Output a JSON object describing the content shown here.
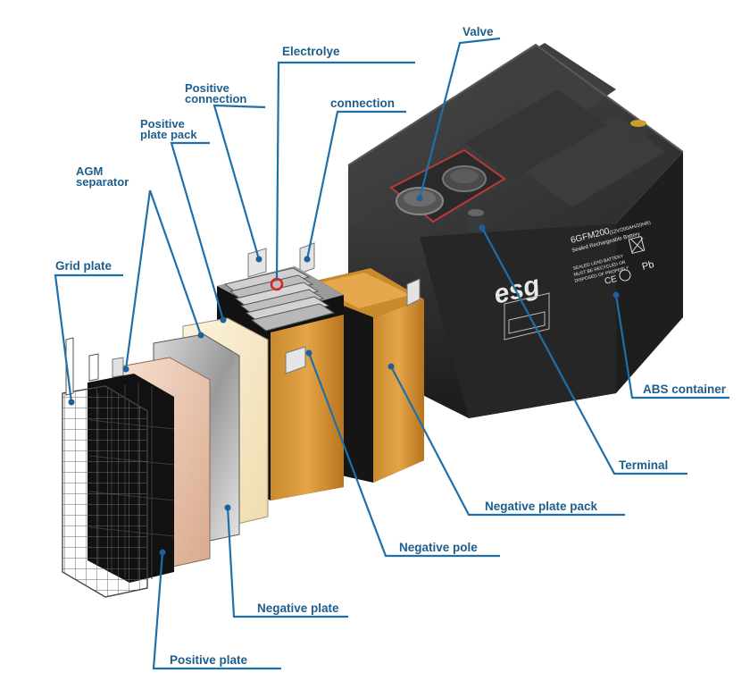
{
  "diagram": {
    "labels": {
      "valve": "Valve",
      "electrolyte": "Electrolye",
      "positive_connection_1": "Positive",
      "positive_connection_2": "connection",
      "connection": "connection",
      "positive_plate_pack_1": "Positive",
      "positive_plate_pack_2": "plate pack",
      "agm_separator_1": "AGM",
      "agm_separator_2": "separator",
      "grid_plate": "Grid plate",
      "abs_container": "ABS container",
      "terminal": "Terminal",
      "negative_plate_pack": "Negative plate pack",
      "negative_pole": "Negative pole",
      "negative_plate": "Negative plate",
      "positive_plate": "Positive plate"
    },
    "battery": {
      "brand": "esg",
      "model": "6GFM200",
      "spec": "(12V/200AH/20HR)",
      "subtitle": "Sealed Rechargeable Battery",
      "warning_1": "SEALED LEAD BATTERY",
      "warning_2": "MUST BE RECYCLED OR",
      "warning_3": "DISPOSED OF PROPERLY",
      "ce": "CE",
      "pb": "Pb"
    }
  }
}
